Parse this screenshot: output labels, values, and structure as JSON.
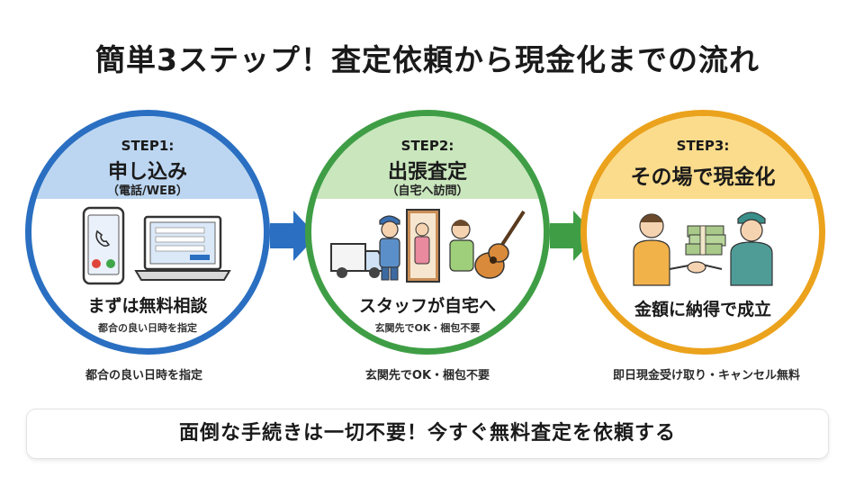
{
  "title": "簡単3ステップ！査定依頼から現金化までの流れ",
  "steps": [
    {
      "label": "STEP1:",
      "title": "申し込み",
      "sub": "（電話/WEB）",
      "caption": "まずは無料相談",
      "note": "都合の良い日時を指定",
      "below": "都合の良い日時を指定",
      "color": "#2a6fc1"
    },
    {
      "label": "STEP2:",
      "title": "出張査定",
      "sub": "（自宅へ訪問）",
      "caption": "スタッフが自宅へ",
      "note": "玄関先でOK・梱包不要",
      "below": "玄関先でOK・梱包不要",
      "color": "#3f9e45"
    },
    {
      "label": "STEP3:",
      "title": "その場で現金化",
      "caption": "金額に納得で成立",
      "below": "即日現金受け取り・キャンセル無料",
      "color": "#eba21c"
    }
  ],
  "cta": "面倒な手続きは一切不要！今すぐ無料査定を依頼する"
}
